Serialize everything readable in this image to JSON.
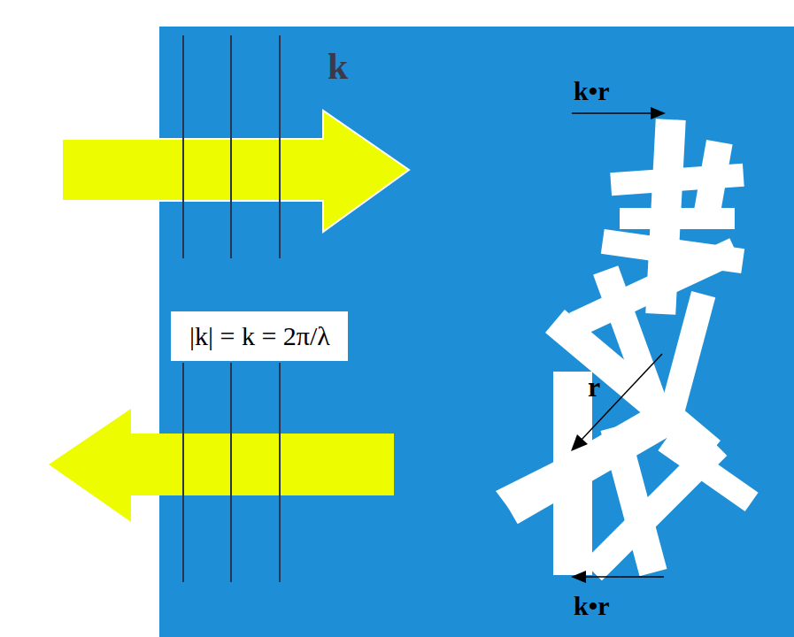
{
  "diagram": {
    "nodes": [
      {
        "text": [
          "|k| = k = 2π/λ"
        ]
      }
    ],
    "labels": [
      "k",
      "k•r",
      "r",
      "k•r"
    ]
  }
}
